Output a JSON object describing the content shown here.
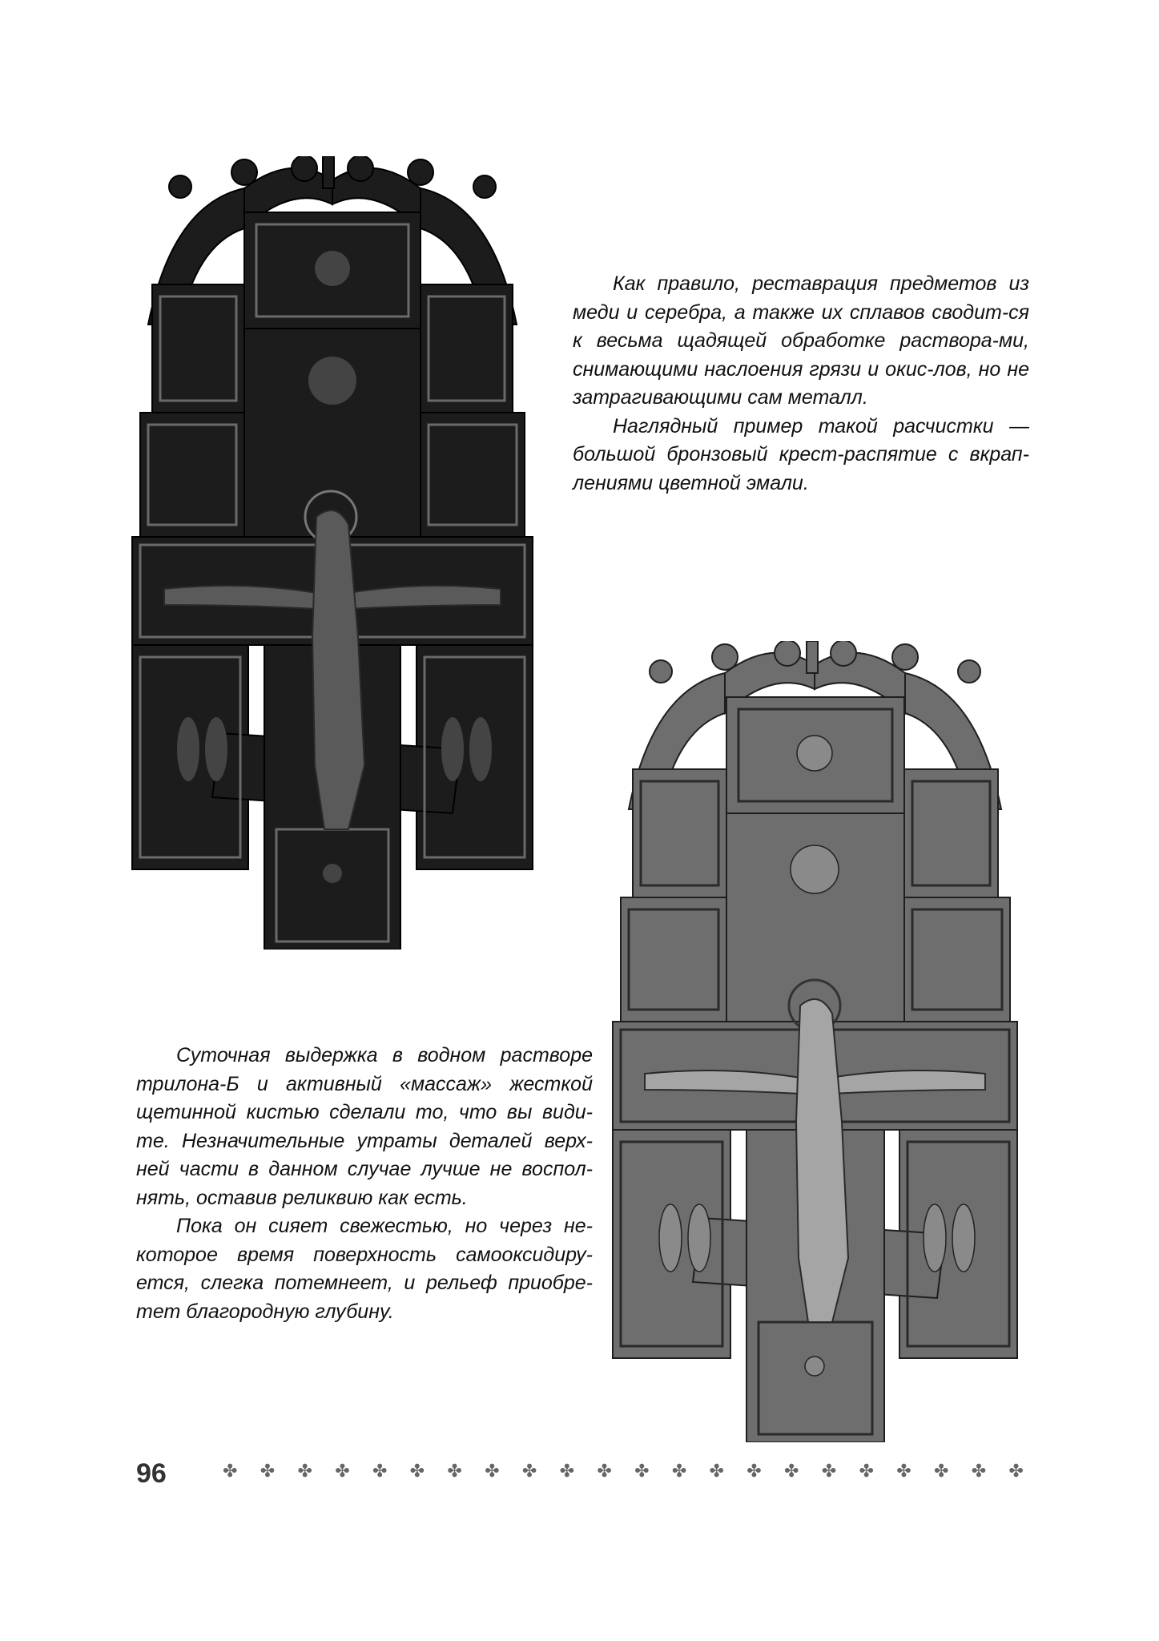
{
  "text_top": {
    "paragraphs": [
      "Как правило, реставрация предметов из меди и серебра, а также их сплавов сводит-ся к весьма щадящей обработке раствора-ми, снимающими наслоения грязи и окис-лов, но не затрагивающими сам металл.",
      "Наглядный пример такой расчистки — большой бронзовый крест-распятие с вкрап-лениями цветной эмали."
    ]
  },
  "text_bottom": {
    "paragraphs": [
      "Суточная выдержка в водном растворе трилона-Б и активный «массаж» жесткой щетинной кистью сделали то, что вы види-те. Незначительные утраты деталей верх-ней части в данном случае лучше не воспол-нять, оставив реликвию как есть.",
      "Пока он сияет свежестью, но через не-которое время поверхность самооксидиру-ется, слегка потемнеет, и рельеф приобре-тет благородную глубину."
    ]
  },
  "footer": {
    "page_number": "96",
    "ornament_glyph": "✤",
    "ornament_count": 22
  },
  "colors": {
    "dark_metal": "#1a1a1a",
    "mid_metal": "#4a4a4a",
    "light_metal": "#9a9a9a"
  },
  "images": [
    {
      "name": "cross-before-cleaning",
      "tone": "dark"
    },
    {
      "name": "cross-after-cleaning",
      "tone": "light"
    }
  ]
}
